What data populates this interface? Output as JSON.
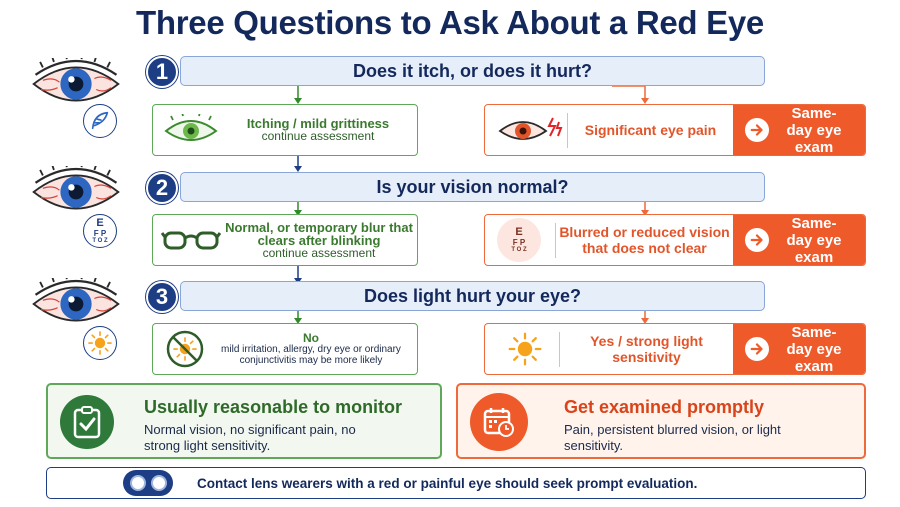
{
  "title": "Three Questions to Ask About a Red Eye",
  "questions": [
    {
      "number": "1",
      "question": "Does it itch, or does it hurt?",
      "left": {
        "headline": "Itching / mild grittiness",
        "sub": "continue assessment"
      },
      "right": {
        "text": "Significant eye pain",
        "action": "Same-day eye exam"
      }
    },
    {
      "number": "2",
      "question": "Is your vision normal?",
      "left": {
        "headline": "Normal, or temporary blur that clears after blinking",
        "sub": "continue assessment"
      },
      "right": {
        "text": "Blurred or reduced vision that does not clear",
        "action": "Same-day eye exam"
      }
    },
    {
      "number": "3",
      "question": "Does light hurt your eye?",
      "left": {
        "headline": "No",
        "sub": "mild irritation, allergy, dry eye or ordinary conjunctivitis may be more likely"
      },
      "right": {
        "text": "Yes / strong light sensitivity",
        "action": "Same-day eye exam"
      }
    }
  ],
  "eye_chart_letters": [
    "E",
    "F P",
    "T O Z"
  ],
  "monitor": {
    "title": "Usually reasonable to monitor",
    "body": "Normal vision, no significant pain, no strong light sensitivity."
  },
  "examine": {
    "title": "Get examined promptly",
    "body": "Pain, persistent blurred vision, or light sensitivity."
  },
  "footer": "Contact lens wearers with a red or painful eye should seek prompt evaluation.",
  "colors": {
    "navy": "#13285b",
    "green": "#5fa85a",
    "orange": "#ef5a2a",
    "light_blue": "#e6eefa"
  },
  "icons": [
    "red-eye-icon",
    "feather-icon",
    "eye-chart-icon",
    "sun-icon",
    "eye-icon",
    "pain-eye-icon",
    "glasses-icon",
    "no-sun-icon",
    "arrow-right-icon",
    "clipboard-check-icon",
    "calendar-clock-icon",
    "contact-lens-case-icon"
  ]
}
